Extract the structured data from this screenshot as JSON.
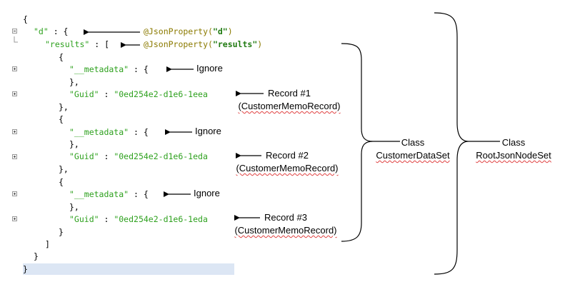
{
  "code": {
    "open_brace": "{",
    "d_key": "\"d\"",
    "d_sep": " : {",
    "results_key": "\"results\"",
    "results_sep": " : [",
    "item_open": "{",
    "metadata_key": "\"__metadata\"",
    "metadata_sep": " : {",
    "metadata_close": "},",
    "guid_key": "\"Guid\"",
    "guid_sep": " : ",
    "item_close": "},",
    "last_item_close": "}",
    "array_close": "]",
    "d_close": "}",
    "root_close": "}",
    "records": [
      {
        "guid": "\"0ed254e2-d1e6-1eea"
      },
      {
        "guid": "\"0ed254e2-d1e6-1eda"
      },
      {
        "guid": "\"0ed254e2-d1e6-1eda"
      }
    ]
  },
  "annotations": {
    "json_property_prefix": "@JsonProperty(",
    "d_arg": "\"d\"",
    "results_arg": "\"results\"",
    "suffix": ")",
    "ignore": "Ignore",
    "record_labels": [
      "Record #1",
      "Record #2",
      "Record #3"
    ],
    "record_type": "(CustomerMemoRecord)"
  },
  "classes": {
    "inner": {
      "line1": "Class",
      "line2": "CustomerDataSet"
    },
    "outer": {
      "line1": "Class",
      "line2": "RootJsonNodeSet"
    }
  },
  "colors": {
    "json_string": "#2ea11e",
    "annotation_name": "#8b7a00",
    "annotation_string": "#1f7a10",
    "selection": "#dce6f4",
    "spellcheck_underline": "#e04040"
  }
}
